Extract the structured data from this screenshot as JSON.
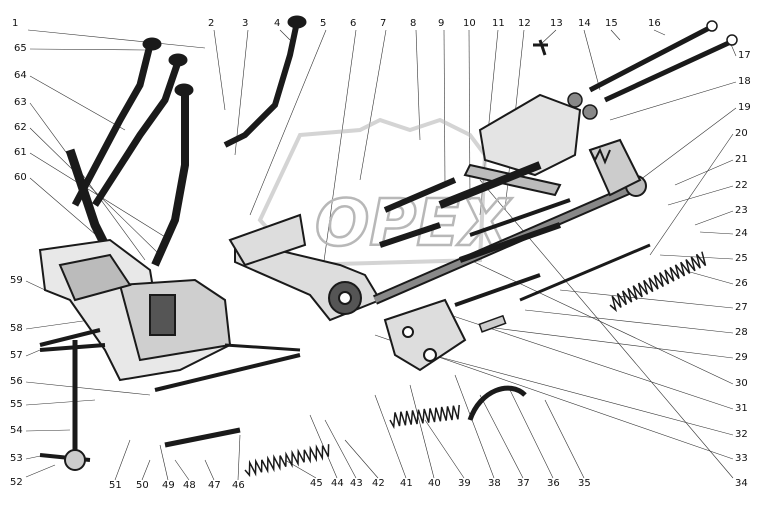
{
  "diagram": {
    "callouts": [
      {
        "number": "1"
      },
      {
        "number": "2"
      },
      {
        "number": "3"
      },
      {
        "number": "4"
      },
      {
        "number": "5"
      },
      {
        "number": "6"
      },
      {
        "number": "7"
      },
      {
        "number": "8"
      },
      {
        "number": "9"
      },
      {
        "number": "10"
      },
      {
        "number": "11"
      },
      {
        "number": "12"
      },
      {
        "number": "13"
      },
      {
        "number": "14"
      },
      {
        "number": "15"
      },
      {
        "number": "16"
      },
      {
        "number": "17"
      },
      {
        "number": "18"
      },
      {
        "number": "19"
      },
      {
        "number": "20"
      },
      {
        "number": "21"
      },
      {
        "number": "22"
      },
      {
        "number": "23"
      },
      {
        "number": "24"
      },
      {
        "number": "25"
      },
      {
        "number": "26"
      },
      {
        "number": "27"
      },
      {
        "number": "28"
      },
      {
        "number": "29"
      },
      {
        "number": "30"
      },
      {
        "number": "31"
      },
      {
        "number": "32"
      },
      {
        "number": "33"
      },
      {
        "number": "34"
      },
      {
        "number": "35"
      },
      {
        "number": "36"
      },
      {
        "number": "37"
      },
      {
        "number": "38"
      },
      {
        "number": "39"
      },
      {
        "number": "40"
      },
      {
        "number": "41"
      },
      {
        "number": "42"
      },
      {
        "number": "43"
      },
      {
        "number": "44"
      },
      {
        "number": "45"
      },
      {
        "number": "46"
      },
      {
        "number": "47"
      },
      {
        "number": "48"
      },
      {
        "number": "49"
      },
      {
        "number": "50"
      },
      {
        "number": "51"
      },
      {
        "number": "52"
      },
      {
        "number": "53"
      },
      {
        "number": "54"
      },
      {
        "number": "55"
      },
      {
        "number": "56"
      },
      {
        "number": "57"
      },
      {
        "number": "58"
      },
      {
        "number": "59"
      },
      {
        "number": "60"
      },
      {
        "number": "61"
      },
      {
        "number": "62"
      },
      {
        "number": "63"
      },
      {
        "number": "64"
      },
      {
        "number": "65"
      }
    ],
    "watermark_text": "OPEX",
    "colors": {
      "ink": "#1a1a1a",
      "paper": "#ffffff",
      "watermark": "#b8b8b8"
    }
  }
}
